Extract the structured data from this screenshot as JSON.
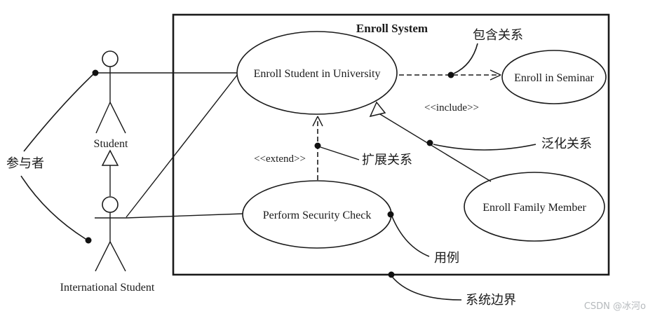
{
  "diagram": {
    "system_title": "Enroll System",
    "use_cases": [
      {
        "id": "enroll-student-in-university",
        "label": "Enroll Student in University"
      },
      {
        "id": "enroll-in-seminar",
        "label": "Enroll in Seminar"
      },
      {
        "id": "perform-security-check",
        "label": "Perform Security Check"
      },
      {
        "id": "enroll-family-member",
        "label": "Enroll Family Member"
      }
    ],
    "actors": [
      {
        "id": "student",
        "label": "Student"
      },
      {
        "id": "international-student",
        "label": "International Student"
      }
    ],
    "stereotypes": {
      "include": "<<include>>",
      "extend": "<<extend>>"
    },
    "annotations": {
      "include_relation": "包含关系",
      "generalization_relation": "泛化关系",
      "extend_relation": "扩展关系",
      "use_case": "用例",
      "system_boundary": "系统边界",
      "actor": "参与者"
    },
    "colors": {
      "line": "#1a1a1a",
      "background": "#ffffff",
      "watermark": "#b5b9bc"
    }
  },
  "watermark": "CSDN @冰河o"
}
